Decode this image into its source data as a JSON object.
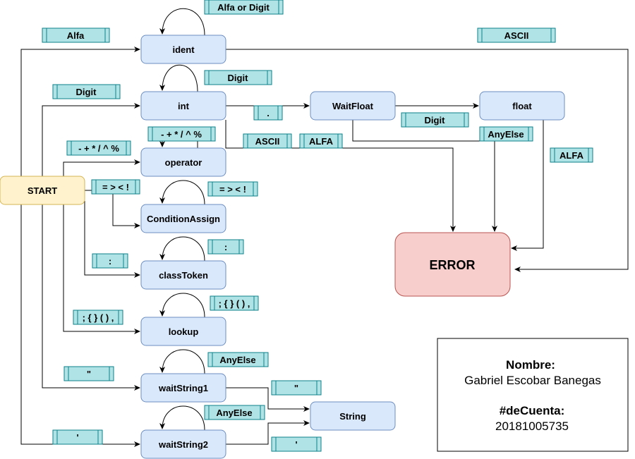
{
  "nodes": {
    "start": "START",
    "ident": "ident",
    "int": "int",
    "operator": "operator",
    "condition_assign": "ConditionAssign",
    "class_token": "classToken",
    "lookup": "lookup",
    "wait_string1": "waitString1",
    "wait_string2": "waitString2",
    "wait_float": "WaitFloat",
    "float": "float",
    "string": "String",
    "error": "ERROR"
  },
  "edge_labels": {
    "start_ident": "Alfa",
    "ident_loop": "Alfa or Digit",
    "ident_error": "ASCII",
    "start_int": "Digit",
    "int_loop": "Digit",
    "int_waitfloat": ".",
    "waitfloat_float": "Digit",
    "waitfloat_error": "AnyElse",
    "int_error_ascii": "ASCII",
    "int_error_alfa": "ALFA",
    "float_error": "ALFA",
    "start_operator": "- + * / ^ %",
    "operator_loop": "- + * / ^ %",
    "start_condition": "= > < !",
    "condition_loop": "= > < !",
    "start_class": ":",
    "class_loop": ":",
    "start_lookup": "; { } ( ) ,",
    "lookup_loop": "; { } ( ) ,",
    "start_ws1": "\"",
    "ws1_loop": "AnyElse",
    "ws1_string": "\"",
    "start_ws2": "'",
    "ws2_loop": "AnyElse",
    "ws2_string": "'"
  },
  "info_card": {
    "name_label": "Nombre:",
    "name_value": "Gabriel Escobar Banegas",
    "account_label": "#deCuenta:",
    "account_value": "20181005735"
  },
  "colors": {
    "state_fill": "#dae8fc",
    "state_stroke": "#6c8ebf",
    "start_fill": "#fff2cc",
    "start_stroke": "#d6b656",
    "error_fill": "#f8cecc",
    "error_stroke": "#b85450",
    "label_fill": "#b0e3e6",
    "label_stroke": "#0e8088",
    "edge": "#000000"
  }
}
